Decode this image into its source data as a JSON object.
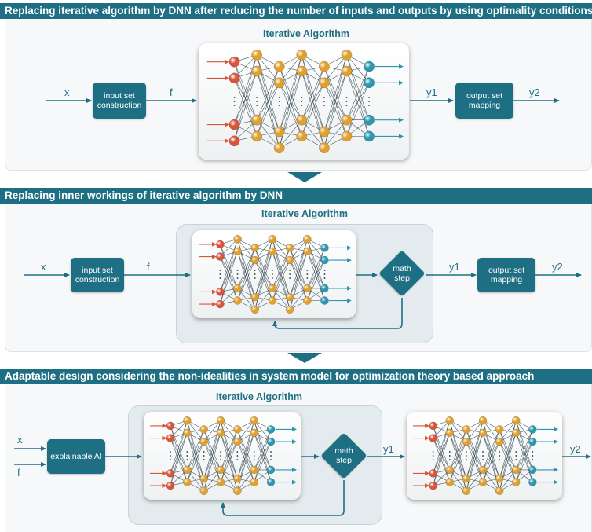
{
  "panel1": {
    "title": "Replacing iterative algorithm by DNN after reducing the number of inputs and outputs by using optimality conditions",
    "algo_label": "Iterative Algorithm",
    "input_var": "x",
    "input_box": "input set construction",
    "mid_var": "f",
    "out_var1": "y1",
    "output_box": "output set mapping",
    "out_var2": "y2"
  },
  "panel2": {
    "title": "Replacing inner workings of iterative algorithm by DNN",
    "algo_label": "Iterative Algorithm",
    "input_var": "x",
    "input_box": "input set construction",
    "mid_var": "f",
    "math_step": "math step",
    "out_var1": "y1",
    "output_box": "output set mapping",
    "out_var2": "y2"
  },
  "panel3": {
    "title": "Adaptable design considering the non-idealities in system model for optimization theory based approach",
    "algo_label": "Iterative Algorithm",
    "input_var_x": "x",
    "input_var_f": "f",
    "input_box": "explainable AI",
    "math_step": "math step",
    "out_var1": "y1",
    "out_var2": "y2"
  },
  "colors": {
    "header": "#1f6f84",
    "input_node": "#d9543a",
    "hidden_node": "#e0a030",
    "output_node": "#2e97b0",
    "edge": "#1e3440"
  }
}
